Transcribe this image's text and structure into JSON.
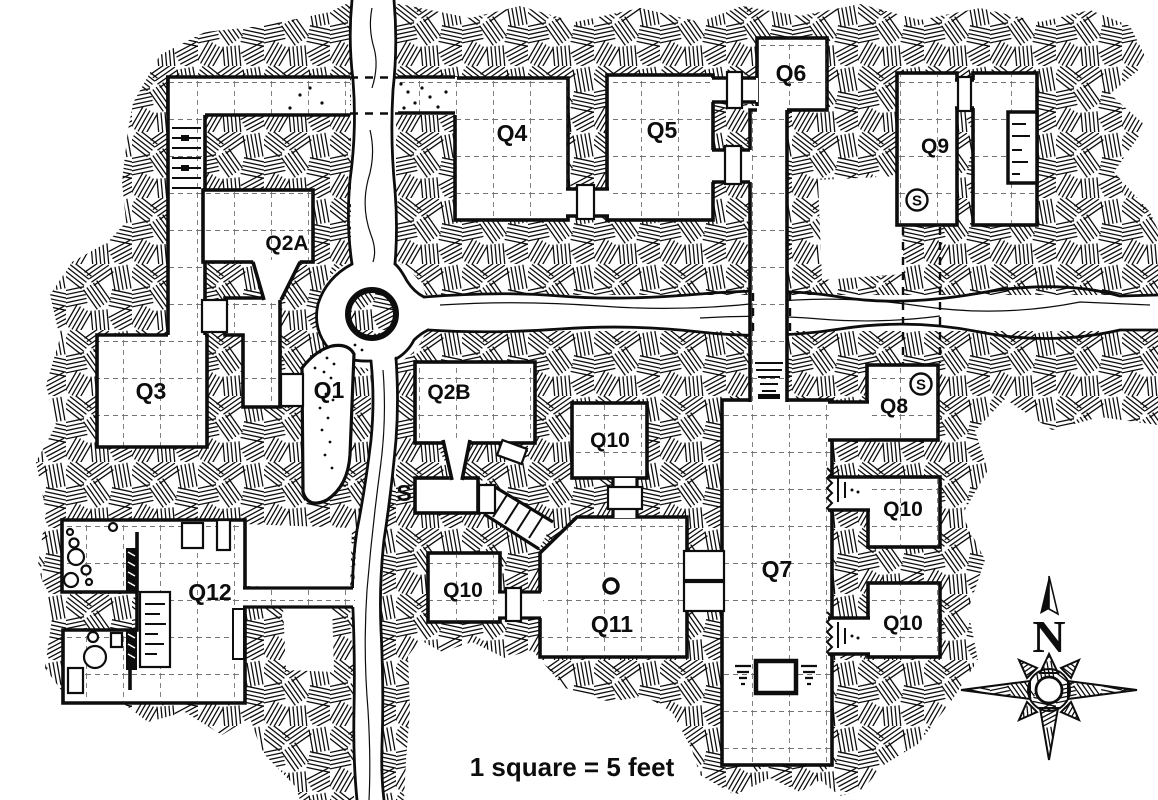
{
  "map": {
    "scale_note": "1 square = 5 feet",
    "compass_label": "N",
    "ink_color": "#0d0d0d",
    "paper_color": "#ffffff",
    "labels": {
      "q1": "Q1",
      "q2a": "Q2A",
      "q2b": "Q2B",
      "q3": "Q3",
      "q4": "Q4",
      "q5": "Q5",
      "q6": "Q6",
      "q7": "Q7",
      "q8": "Q8",
      "q9": "Q9",
      "q10_mid_top": "Q10",
      "q10_mid_bottom": "Q10",
      "q10_east_upper": "Q10",
      "q10_east_lower": "Q10",
      "q11": "Q11",
      "q12": "Q12",
      "s_plain": "S",
      "s_circle_q9": "S",
      "s_circle_q8": "S"
    }
  }
}
